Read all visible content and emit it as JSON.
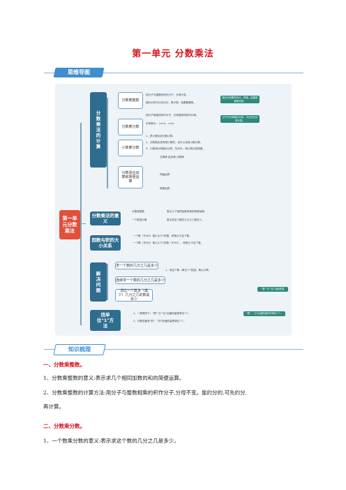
{
  "title": "第一单元  分数乘法",
  "header1": "思维导图",
  "header2": "知识梳理",
  "mindmap": {
    "root": "第一单元分数乘法",
    "branches": [
      {
        "label": "分数乘法的计算",
        "subs": [
          {
            "label": "分数乘整数",
            "leaves": [
              "用分子与整数的积作分子，分母不变。",
              "能约分的可以先约分，再计算，结果要最简。"
            ]
          },
          {
            "label": "分数乘分数",
            "leaves": [
              "用分子相乘的积作分子，分母相乘的积作分母。",
              "字母表示：  (a≠0，c≠0)"
            ]
          },
          {
            "label": "小数乘分数",
            "leaves": [
              "1、把小数化成分数计算。",
              "2、分数能化成有限小数的，也可以化成小数计算。",
              "3、小数和分母能约分的，先约分，再计算比较简便。"
            ]
          },
          {
            "label": "分数混合运算和简便运算",
            "leaves": [
              "交换律  结合律  分配律",
              "同级运算",
              "简便运算"
            ]
          }
        ],
        "notes": [
          "能约分的要先约分，再乘，结果是最简分数。",
          "分子与分母能约分的，可以先约分再计算。"
        ]
      },
      {
        "label": "分数乘法的意义",
        "leaves": [
          "分数乘整数",
          "表示几个相同加数的和的简便运算。",
          "一个数乘分数",
          "表示求这个数的几分之几是多少。"
        ]
      },
      {
        "label": "因数与积的大小关系",
        "leaves": [
          "一个数（不为0）乘以大于1的数，积就大于这个数。",
          "一个数（不为0）乘以小于1的数（不为0），积就小于这个数。"
        ]
      },
      {
        "label": "解决问题",
        "leaves": [
          "求一个数的几分之几是多少",
          "1、用这个数（单位\"1\"的量）乘以分率。",
          "连续求一个数的几分之几是多少",
          "求比一个数多（或少）几分之几的数是多少"
        ]
      },
      {
        "label": "找单位\"1\"方法",
        "leaves": [
          "1、一般情况下，\"是\"\"占\"\"比\"后面的量是单位\"1\"。",
          "2、分数前面有\"的\"，\"的\"前面的量是单位\"1\"。"
        ]
      }
    ],
    "side_notes": [
      "\"是\"\"占\"\"比\"后面的量",
      "\"是\"、\"占\"后面的量叫作单位\"1\"。"
    ]
  },
  "sections": [
    {
      "heading": "一、分数乘整数。",
      "lines": [
        "1、分数乘整数的意义:表示求几个相同加数的和的简便运算。",
        "2、分数乘整数的计算方法:用分子与整数相乘的积作分子,分母不变。能约分的,可先约分,",
        "再计算。"
      ]
    },
    {
      "heading": "二、分数乘分数。",
      "lines": [
        "1、一个数乘分数的意义:表示求这个数的几分之几是多少。"
      ]
    }
  ]
}
